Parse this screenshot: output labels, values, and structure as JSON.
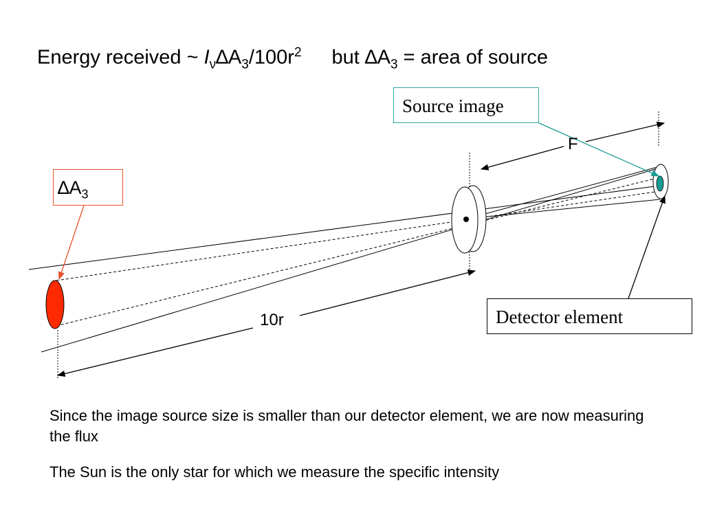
{
  "title": {
    "part1_prefix": "Energy received ~ ",
    "part1_I": "I",
    "part1_nu": "ν",
    "part1_delta": "∆A",
    "part1_sub": "3",
    "part1_div": "/100r",
    "part1_sup": "2",
    "part2_prefix": "but ∆A",
    "part2_sub": "3",
    "part2_suffix": " = area of source"
  },
  "labels": {
    "source_image": "Source image",
    "detector_element": "Detector element",
    "delta_a": "∆A",
    "delta_a_sub": "3",
    "focal": "F",
    "distance": "10r"
  },
  "body_text": [
    "Since the image source size is smaller than our detector element, we are now measuring the flux",
    "The Sun is the only star for which we measure the specific intensity"
  ],
  "colors": {
    "source_fill": "#ff2a00",
    "source_image_fill": "#1a9c96",
    "source_box_border": "#2aa7a0",
    "delta_box_border": "#e8502a"
  }
}
